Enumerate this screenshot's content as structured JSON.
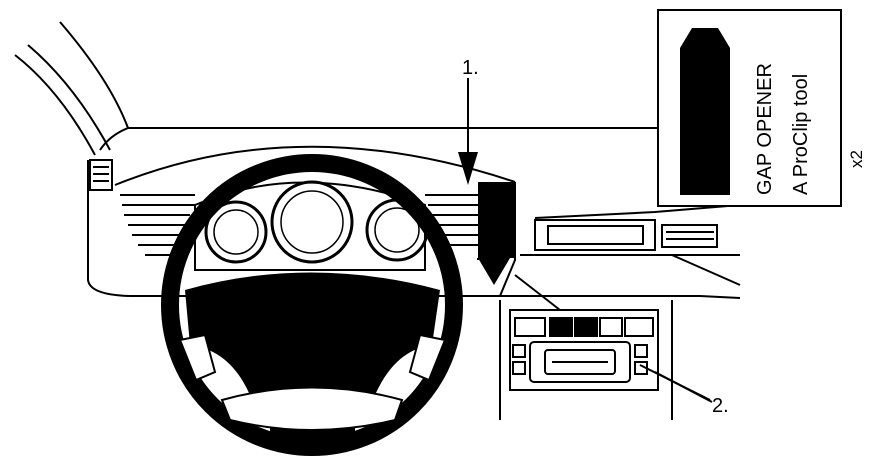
{
  "callouts": {
    "one": "1.",
    "two": "2."
  },
  "tool_box": {
    "line1": "GAP OPENER",
    "line2": "A ProClip tool",
    "quantity": "x2"
  },
  "colors": {
    "ink": "#000000",
    "paper": "#ffffff"
  }
}
